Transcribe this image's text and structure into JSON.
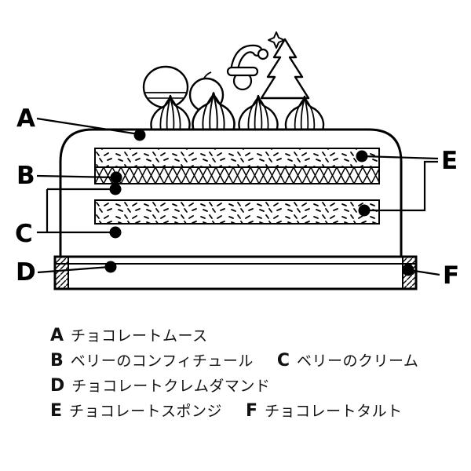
{
  "diagram": {
    "markers": {
      "a": "A",
      "b": "B",
      "c": "C",
      "d": "D",
      "e": "E",
      "f": "F"
    }
  },
  "legend": [
    {
      "key": "A",
      "text": "チョコレートムース"
    },
    {
      "key": "B",
      "text": "ベリーのコンフィチュール"
    },
    {
      "key": "C",
      "text": "ベリーのクリーム"
    },
    {
      "key": "D",
      "text": "チョコレートクレムダマンド"
    },
    {
      "key": "E",
      "text": "チョコレートスポンジ"
    },
    {
      "key": "F",
      "text": "チョコレートタルト"
    }
  ],
  "colors": {
    "line": "#000000",
    "background": "#ffffff"
  }
}
